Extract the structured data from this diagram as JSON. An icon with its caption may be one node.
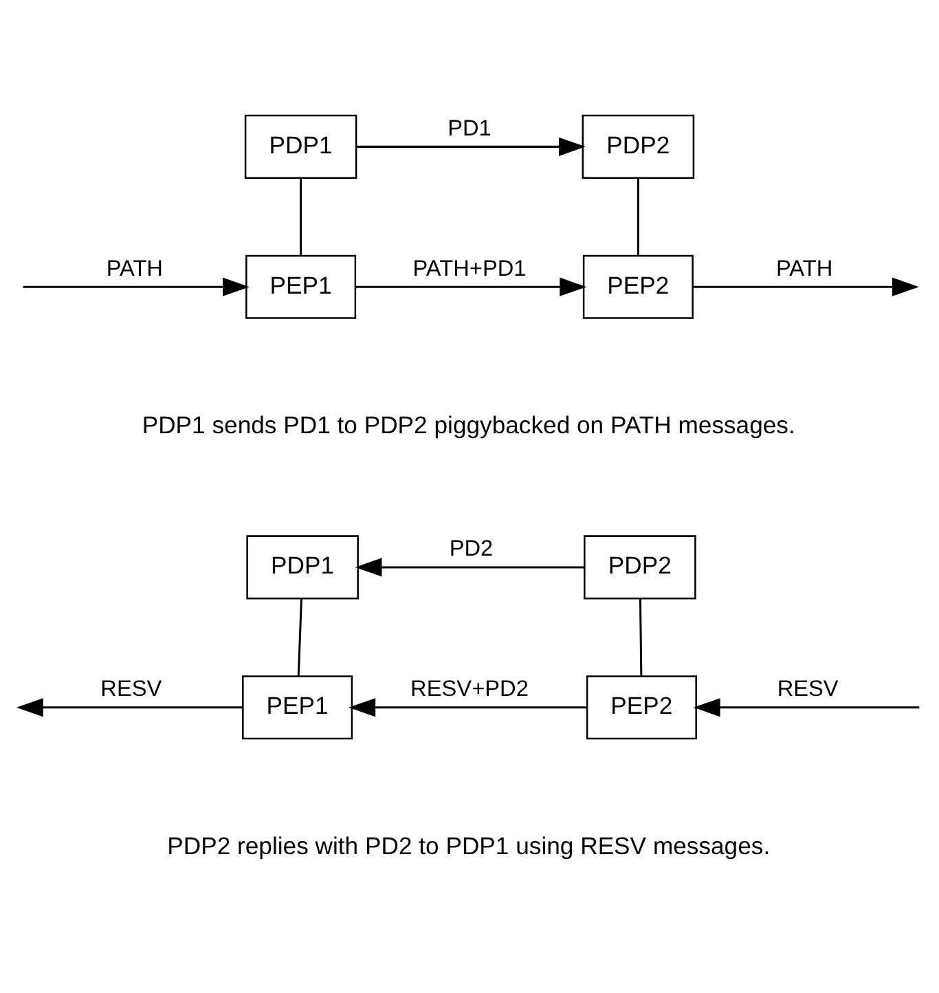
{
  "diagram": {
    "nodes": [
      {
        "text": [
          "PDP1"
        ]
      },
      {
        "text": [
          "PDP2"
        ]
      },
      {
        "text": [
          "PEP1"
        ]
      },
      {
        "text": [
          "PEP2"
        ]
      },
      {
        "text": [
          "PDP1"
        ]
      },
      {
        "text": [
          "PDP2"
        ]
      },
      {
        "text": [
          "PEP1"
        ]
      },
      {
        "text": [
          "PEP2"
        ]
      }
    ],
    "edges": [
      {
        "from": 0,
        "to": 2,
        "arrow": "none"
      },
      {
        "from": 1,
        "to": 3,
        "arrow": "none"
      },
      {
        "from": 0,
        "to": 1,
        "arrow": "to",
        "label": "PD1"
      },
      {
        "from": null,
        "to": 2,
        "arrow": "to",
        "label": "PATH"
      },
      {
        "from": 2,
        "to": 3,
        "arrow": "to",
        "label": "PATH+PD1"
      },
      {
        "from": 3,
        "to": null,
        "arrow": "to",
        "label": "PATH"
      },
      {
        "from": 4,
        "to": 6,
        "arrow": "none"
      },
      {
        "from": 5,
        "to": 7,
        "arrow": "none"
      },
      {
        "from": 5,
        "to": 4,
        "arrow": "to",
        "label": "PD2"
      },
      {
        "from": 6,
        "to": null,
        "arrow": "to",
        "label": "RESV"
      },
      {
        "from": 7,
        "to": 6,
        "arrow": "to",
        "label": "RESV+PD2"
      },
      {
        "from": null,
        "to": 7,
        "arrow": "to",
        "label": "RESV"
      }
    ],
    "labels": [
      "PDP1 sends PD1 to PDP2 piggybacked on PATH messages.",
      "PDP2 replies with PD2 to PDP1 using RESV messages."
    ]
  }
}
